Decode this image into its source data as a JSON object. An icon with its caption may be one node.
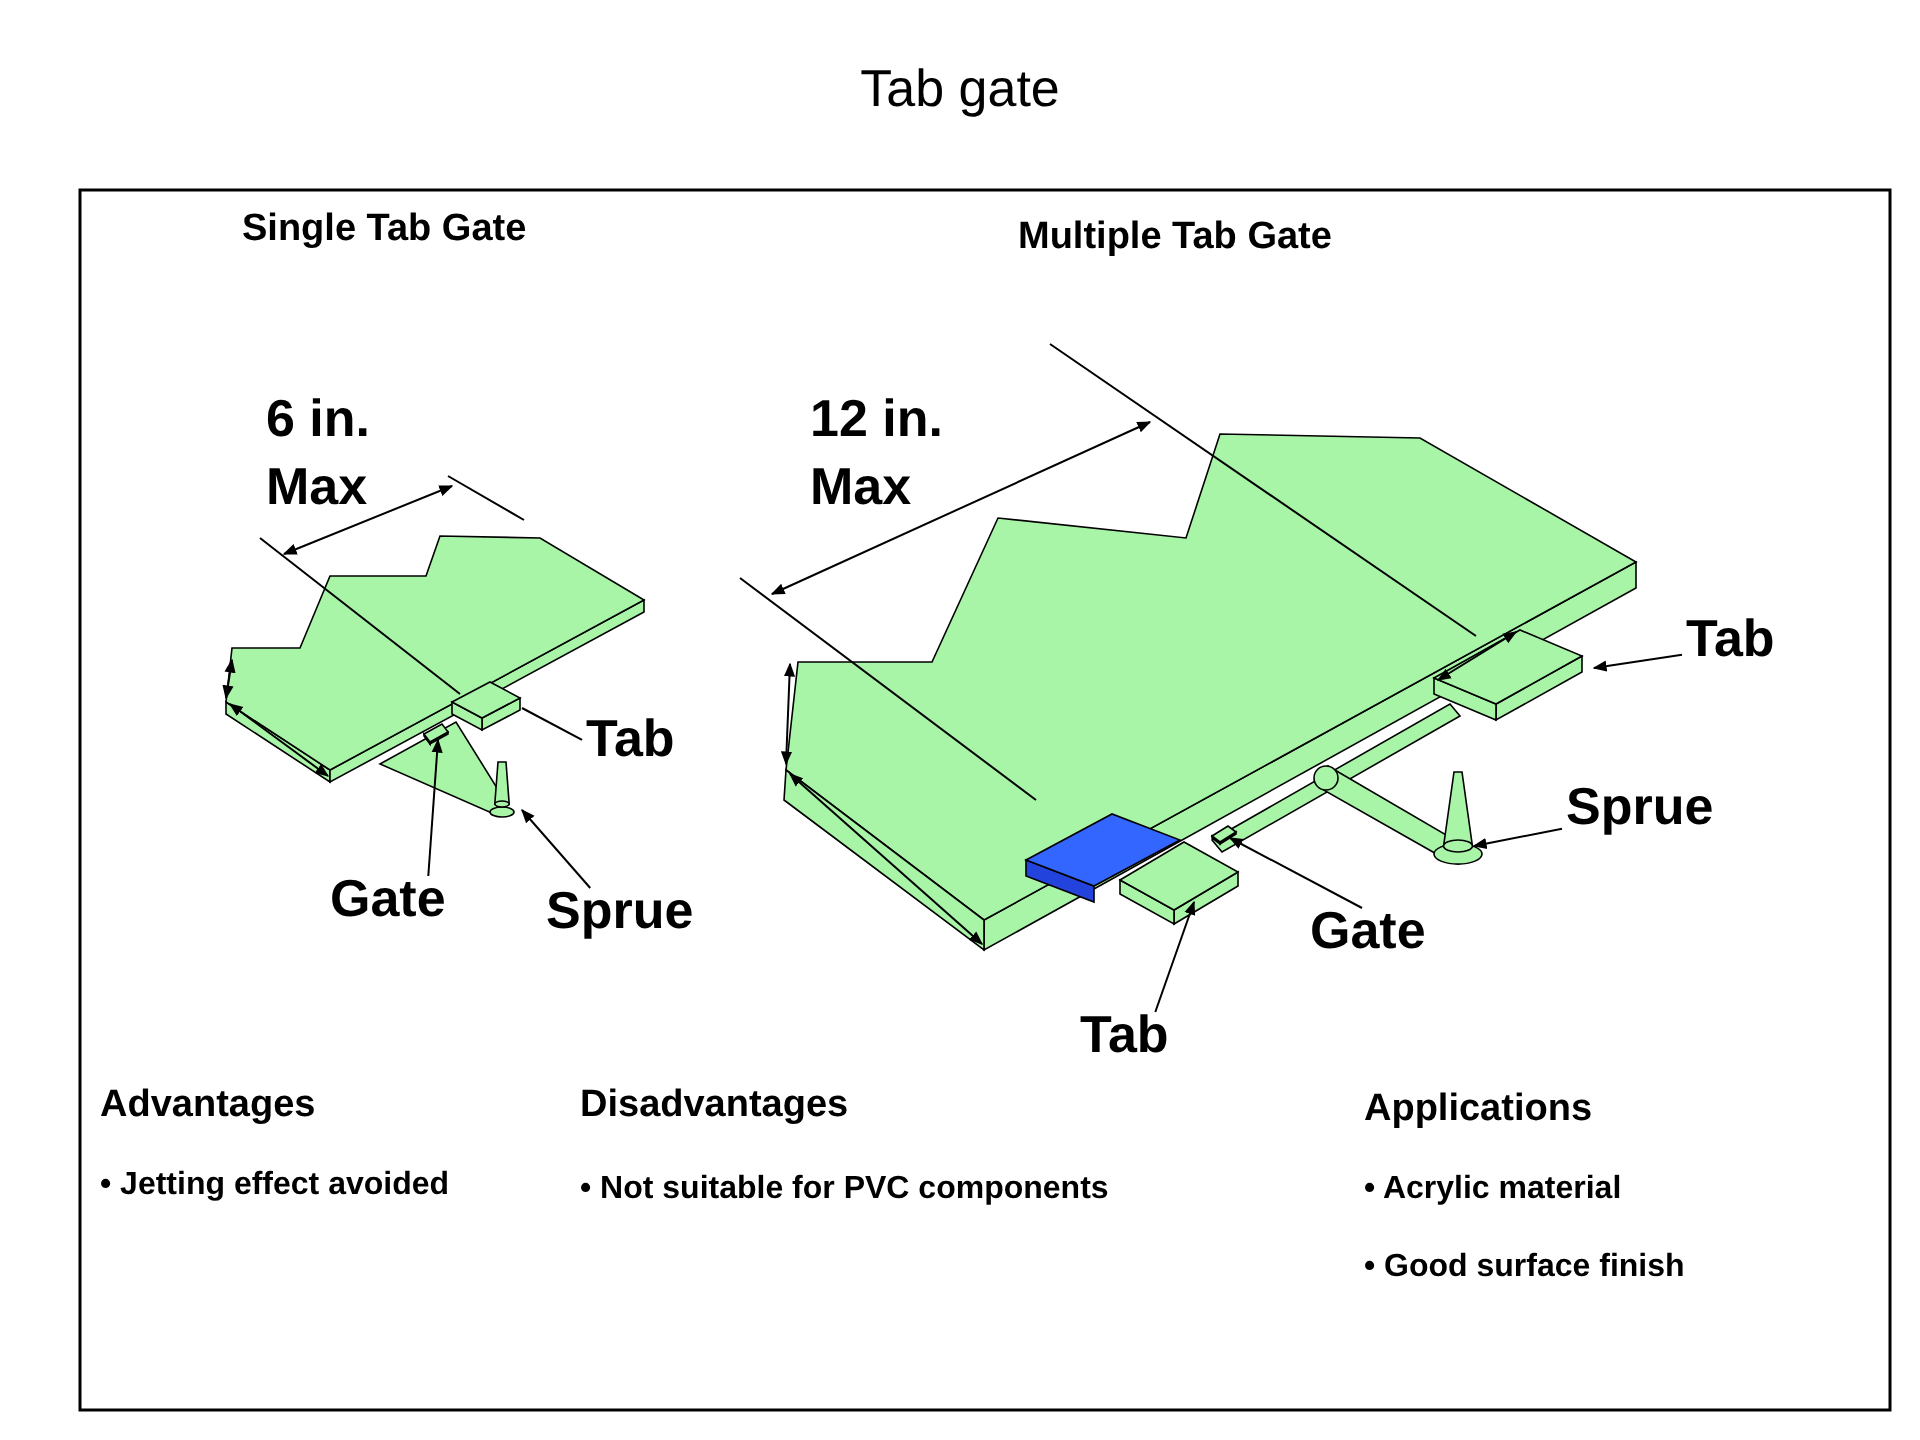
{
  "diagram": {
    "title": "Tab gate",
    "nodes": [
      {
        "text": [
          "Tab"
        ]
      },
      {
        "text": [
          "Gate"
        ]
      },
      {
        "text": [
          "Sprue"
        ]
      },
      {
        "text": [
          "Tab"
        ]
      },
      {
        "text": [
          "Sprue"
        ]
      },
      {
        "text": [
          "Gate"
        ]
      },
      {
        "text": [
          "Tab"
        ]
      },
      {
        "text": [],
        "shape": "box"
      },
      {
        "text": [],
        "shape": "bar"
      },
      {
        "text": [],
        "shape": "cone"
      },
      {
        "text": [],
        "shape": "box"
      },
      {
        "text": [],
        "shape": "cone"
      },
      {
        "text": [],
        "shape": "bar"
      },
      {
        "text": [],
        "shape": "box"
      }
    ],
    "edges": [
      {
        "from": 0,
        "to": 7,
        "arrow": "none"
      },
      {
        "from": 1,
        "to": 8,
        "arrow": "to"
      },
      {
        "from": 2,
        "to": 9,
        "arrow": "to"
      },
      {
        "from": 3,
        "to": 10,
        "arrow": "to"
      },
      {
        "from": 4,
        "to": 11,
        "arrow": "to"
      },
      {
        "from": 5,
        "to": 12,
        "arrow": "to"
      },
      {
        "from": 6,
        "to": 13,
        "arrow": "to"
      }
    ],
    "labels": [
      "Single Tab Gate",
      "Multiple Tab Gate",
      "6 in. Max",
      "12 in. Max",
      "Advantages",
      "• Jetting effect avoided",
      "Disadvantages",
      "• Not suitable for PVC components",
      "Applications",
      "• Acrylic material",
      "• Good surface finish"
    ]
  }
}
